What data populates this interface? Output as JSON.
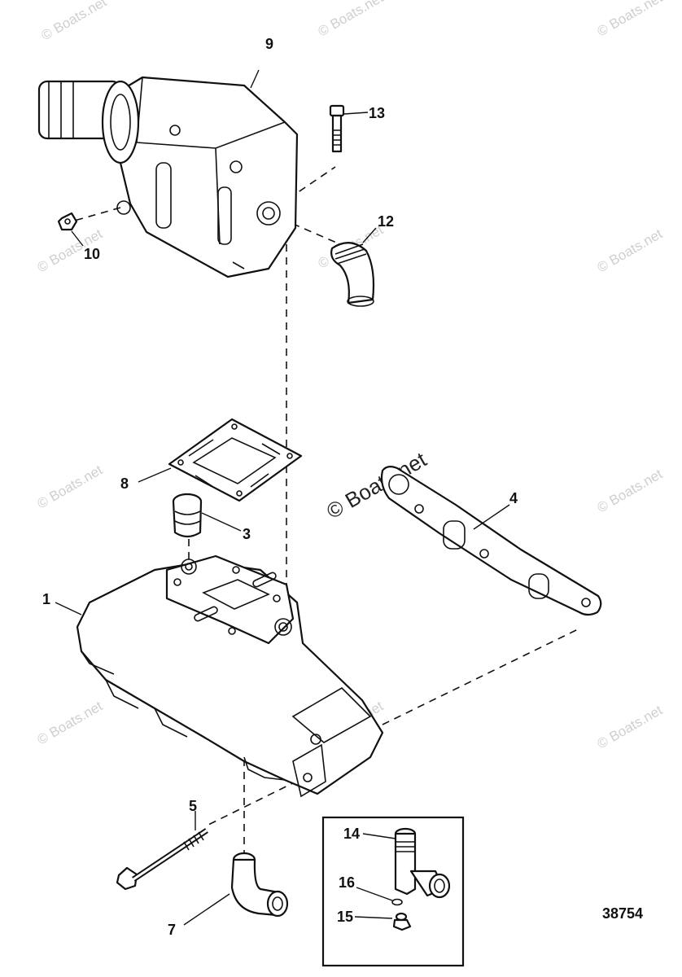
{
  "diagram": {
    "figure_number": "38754",
    "watermark_text": "© Boats.net",
    "callouts": {
      "c1": "1",
      "c3": "3",
      "c4": "4",
      "c5": "5",
      "c7": "7",
      "c8": "8",
      "c9": "9",
      "c10": "10",
      "c12": "12",
      "c13": "13",
      "c14": "14",
      "c15": "15",
      "c16": "16"
    }
  }
}
